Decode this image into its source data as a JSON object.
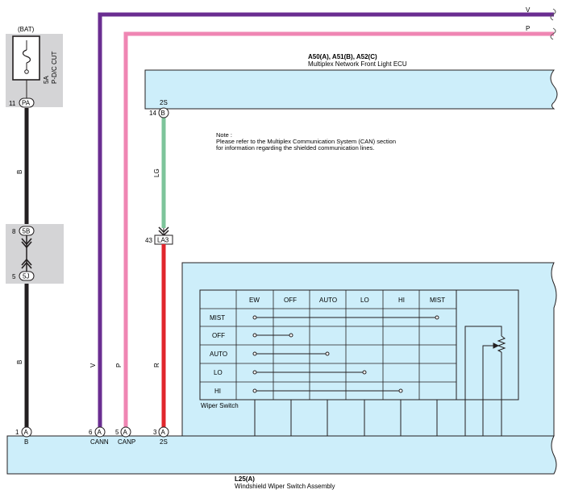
{
  "colors": {
    "violet": "#6a2d91",
    "pink": "#ef86b3",
    "black": "#231f20",
    "light_green": "#7dc49a",
    "red": "#e0262c",
    "box_fill": "#cdeefa",
    "fuse_fill": "#d4d4d6"
  },
  "fuse": {
    "supply": "(BAT)",
    "rating": "5A",
    "name": "P-D/C CUT",
    "pin": "11",
    "connector": "PA"
  },
  "junctions": [
    {
      "pin": "8",
      "connector": "5B"
    },
    {
      "pin": "5",
      "connector": "5J"
    }
  ],
  "top_wires": {
    "violet_label": "V",
    "pink_label": "P"
  },
  "ecu": {
    "ref": "A50(A), A51(B), A52(C)",
    "name": "Multiplex Network Front Light ECU",
    "terminal": "2S",
    "pin": "14",
    "connector": "B"
  },
  "note": {
    "title": "Note :",
    "line1": "Please refer to the Multiplex Communication System (CAN) section",
    "line2": "for information regarding the shielded communication lines."
  },
  "wires": {
    "bat_wire_label_upper": "B",
    "bat_wire_label_lower": "B",
    "violet_label": "V",
    "pink_label": "P",
    "green_label": "LG",
    "red_label": "R"
  },
  "inline_connector": {
    "pin": "43",
    "name": "LA3"
  },
  "switch_table": {
    "columns": [
      "EW",
      "OFF",
      "AUTO",
      "LO",
      "HI",
      "MIST"
    ],
    "rows": [
      "MIST",
      "OFF",
      "AUTO",
      "LO",
      "HI"
    ],
    "caption": "Wiper Switch"
  },
  "assembly": {
    "ref": "L25(A)",
    "name": "Windshield Wiper Switch Assembly",
    "terminals": [
      {
        "pin": "1",
        "connector": "A",
        "label": "B"
      },
      {
        "pin": "6",
        "connector": "A",
        "label": "CANN"
      },
      {
        "pin": "5",
        "connector": "A",
        "label": "CANP"
      },
      {
        "pin": "3",
        "connector": "A",
        "label": "2S"
      }
    ]
  }
}
